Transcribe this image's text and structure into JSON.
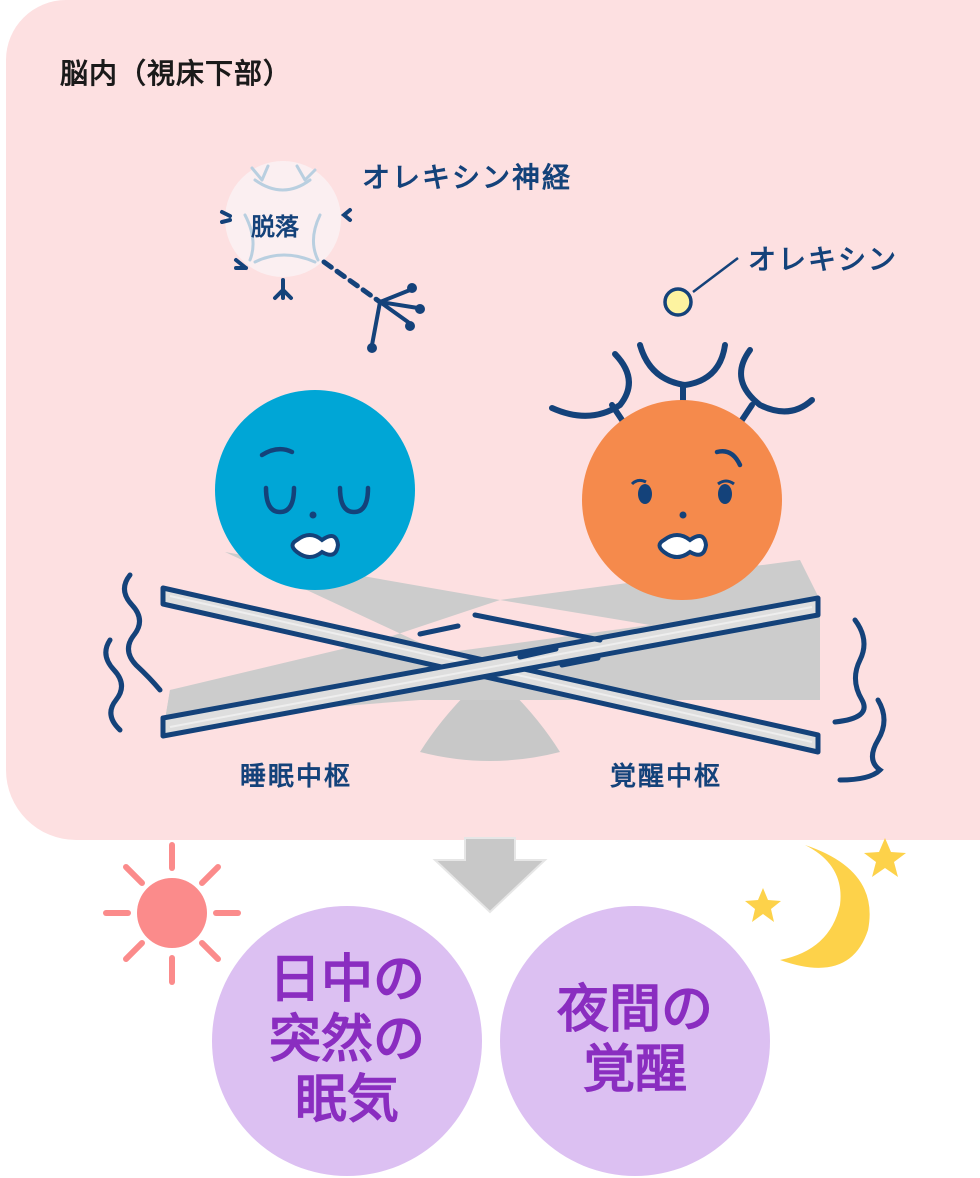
{
  "panel": {
    "title": "脳内（視床下部）",
    "background": "#fde0e1"
  },
  "neuron": {
    "label": "オレキシン神経",
    "loss_label": "脱落"
  },
  "orexin": {
    "label": "オレキシン",
    "dot_color": "#fdf3a0"
  },
  "characters": {
    "sleep_center": {
      "label": "睡眠中枢",
      "color": "#00a6d6",
      "expression": "sleepy-worried"
    },
    "wake_center": {
      "label": "覚醒中枢",
      "color": "#f58a4c",
      "expression": "worried"
    }
  },
  "outcomes": {
    "day": {
      "text": "日中の\n突然の\n眠気",
      "icon": "sun-icon"
    },
    "night": {
      "text": "夜間の\n覚醒",
      "icon": "moon-stars-icon"
    }
  },
  "colors": {
    "navy": "#14427a",
    "seesaw_gray": "#c8c8c8",
    "purple_text": "#8a2dc0",
    "purple_circle": "#dcc0f2",
    "sun": "#fb8b8b",
    "moon": "#fdd24a"
  }
}
